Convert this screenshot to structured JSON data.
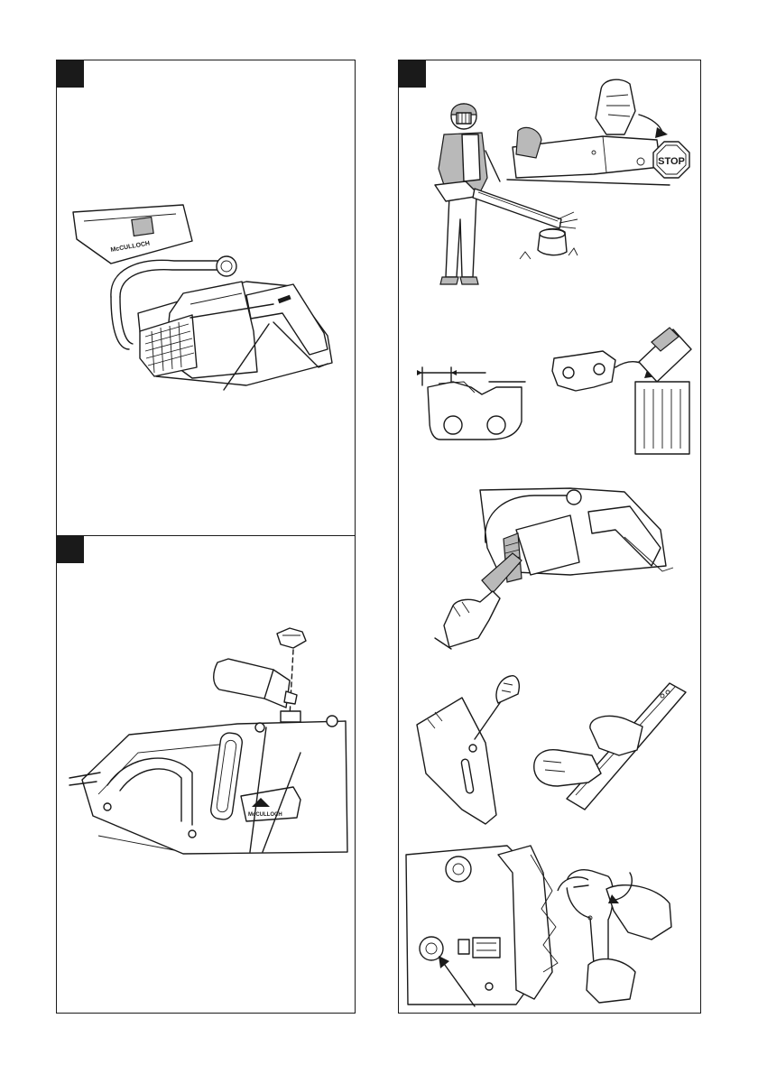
{
  "panels": {
    "left_top": {
      "badge_icon": "black-square"
    },
    "left_bottom": {
      "badge_icon": "black-square"
    },
    "right": {
      "badge_icon": "black-square"
    }
  },
  "labels": {
    "bar_text": "McCULLOCH",
    "stop_sign": "STOP",
    "body_logo": "McCULLOCH"
  },
  "colors": {
    "line": "#1a1a1a",
    "shade": "#b9b9b9",
    "paper": "#ffffff"
  }
}
